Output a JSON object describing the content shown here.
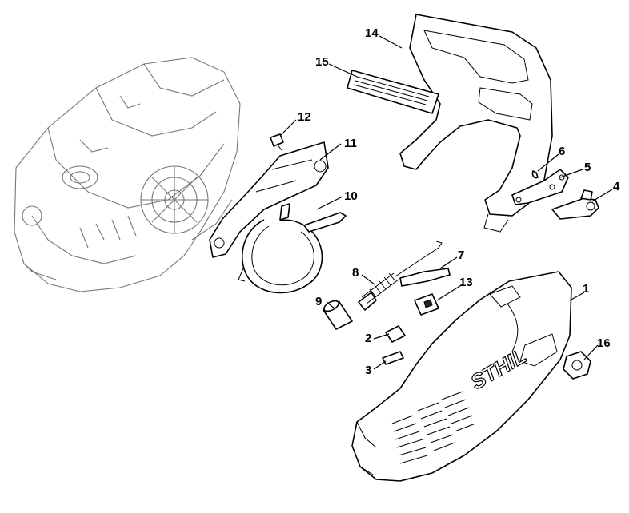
{
  "diagram": {
    "brand_text": "STHIL",
    "callouts": [
      {
        "id": "c1",
        "label": "1"
      },
      {
        "id": "c2",
        "label": "2"
      },
      {
        "id": "c3",
        "label": "3"
      },
      {
        "id": "c4",
        "label": "4"
      },
      {
        "id": "c5",
        "label": "5"
      },
      {
        "id": "c6",
        "label": "6"
      },
      {
        "id": "c7",
        "label": "7"
      },
      {
        "id": "c8",
        "label": "8"
      },
      {
        "id": "c9",
        "label": "9"
      },
      {
        "id": "c10",
        "label": "10"
      },
      {
        "id": "c11",
        "label": "11"
      },
      {
        "id": "c12",
        "label": "12"
      },
      {
        "id": "c13",
        "label": "13"
      },
      {
        "id": "c14",
        "label": "14"
      },
      {
        "id": "c15",
        "label": "15"
      },
      {
        "id": "c16",
        "label": "16"
      }
    ]
  }
}
